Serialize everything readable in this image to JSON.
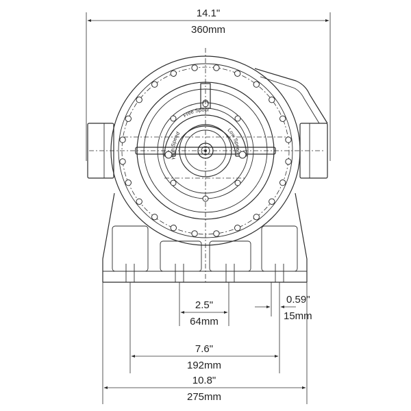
{
  "dimensions": {
    "overall_width": {
      "imperial": "14.1\"",
      "metric": "360mm"
    },
    "center_gap": {
      "imperial": "2.5\"",
      "metric": "64mm"
    },
    "bolt_slot": {
      "imperial": "0.59\"",
      "metric": "15mm"
    },
    "mount_spacing": {
      "imperial": "7.6\"",
      "metric": "192mm"
    },
    "base_width": {
      "imperial": "10.8\"",
      "metric": "275mm"
    }
  },
  "shifter_labels": {
    "left": "High Speed",
    "top": "Free Spool",
    "right": "Low Speed"
  }
}
